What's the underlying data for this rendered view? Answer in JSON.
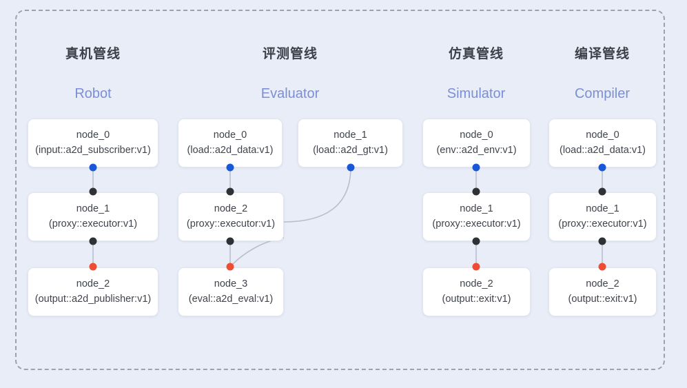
{
  "diagram": {
    "title_hidden": "",
    "background_color": "#e8edf8",
    "frame": {
      "style": "dashed",
      "color": "#9aa2b1"
    },
    "port_colors": {
      "input": "#1858d8",
      "middle": "#2f3135",
      "output": "#ee4d33"
    },
    "accent_color": "#7b8fd4",
    "columns": [
      {
        "id": "robot",
        "title_cn": "真机管线",
        "title_en": "Robot",
        "nodes": [
          {
            "name": "node_0",
            "spec": "(input::a2d_subscriber:v1)",
            "row": 1
          },
          {
            "name": "node_1",
            "spec": "(proxy::executor:v1)",
            "row": 2
          },
          {
            "name": "node_2",
            "spec": "(output::a2d_publisher:v1)",
            "row": 3
          }
        ]
      },
      {
        "id": "evaluator",
        "title_cn": "评测管线",
        "title_en": "Evaluator",
        "nodes": [
          {
            "name": "node_0",
            "spec": "(load::a2d_data:v1)",
            "row": 1
          },
          {
            "name": "node_1",
            "spec": "(load::a2d_gt:v1)",
            "row": 1
          },
          {
            "name": "node_2",
            "spec": "(proxy::executor:v1)",
            "row": 2
          },
          {
            "name": "node_3",
            "spec": "(eval::a2d_eval:v1)",
            "row": 3
          }
        ]
      },
      {
        "id": "simulator",
        "title_cn": "仿真管线",
        "title_en": "Simulator",
        "nodes": [
          {
            "name": "node_0",
            "spec": "(env::a2d_env:v1)",
            "row": 1
          },
          {
            "name": "node_1",
            "spec": "(proxy::executor:v1)",
            "row": 2
          },
          {
            "name": "node_2",
            "spec": "(output::exit:v1)",
            "row": 3
          }
        ]
      },
      {
        "id": "compiler",
        "title_cn": "编译管线",
        "title_en": "Compiler",
        "nodes": [
          {
            "name": "node_0",
            "spec": "(load::a2d_data:v1)",
            "row": 1
          },
          {
            "name": "node_1",
            "spec": "(proxy::executor:v1)",
            "row": 2
          },
          {
            "name": "node_2",
            "spec": "(output::exit:v1)",
            "row": 3
          }
        ]
      }
    ]
  }
}
